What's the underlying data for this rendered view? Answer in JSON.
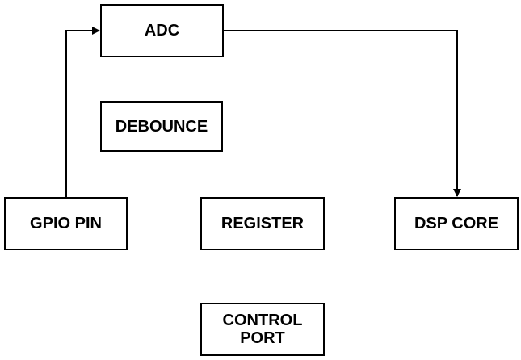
{
  "blocks": {
    "adc": {
      "label": "ADC"
    },
    "debounce": {
      "label": "DEBOUNCE"
    },
    "gpio_pin": {
      "label": "GPIO PIN"
    },
    "register": {
      "label": "REGISTER"
    },
    "dsp_core": {
      "label": "DSP CORE"
    },
    "control_port": {
      "line1": "CONTROL",
      "line2": "PORT"
    }
  },
  "connections": [
    {
      "from": "GPIO PIN",
      "to": "ADC"
    },
    {
      "from": "ADC",
      "to": "DSP CORE"
    }
  ],
  "colors": {
    "stroke": "#000000",
    "background": "#ffffff"
  }
}
